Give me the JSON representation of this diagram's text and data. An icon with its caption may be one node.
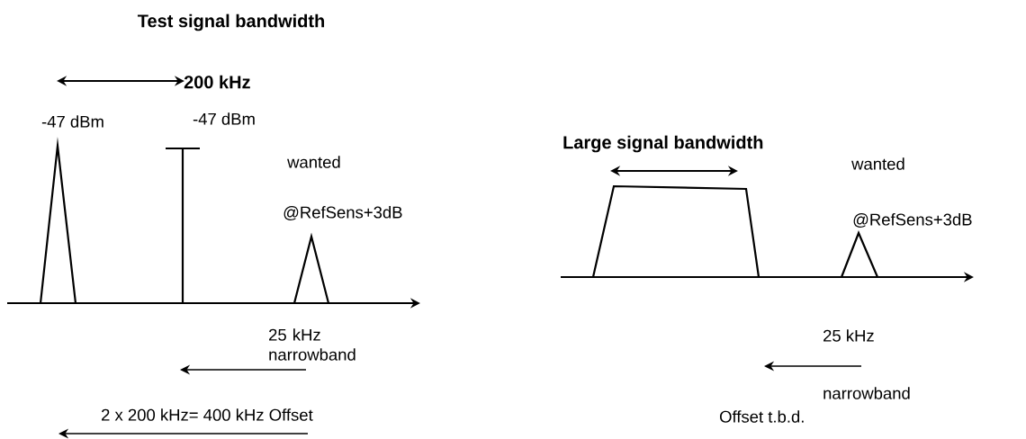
{
  "diagram": {
    "labels": [
      "Test signal bandwidth",
      "200 kHz",
      "-47 dBm",
      "-47 dBm",
      "wanted",
      "@RefSens+3dB",
      "25 kHz narrowband",
      "2 x 200 kHz= 400 kHz Offset",
      "Large signal bandwidth",
      "wanted",
      "@RefSens+3dB",
      "25 kHz",
      "narrowband",
      "Offset t.b.d."
    ]
  }
}
